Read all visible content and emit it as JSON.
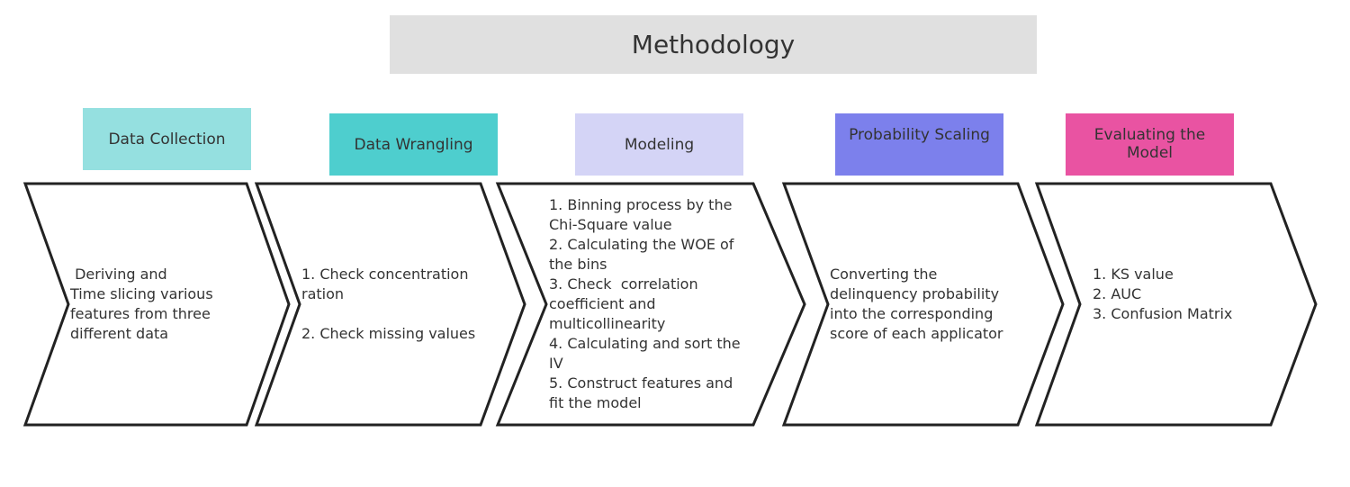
{
  "title": "Methodology",
  "stages": [
    {
      "label": "Data Collection",
      "color": "#95e0e0",
      "lines": [
        " Deriving and",
        "Time slicing various",
        "features from three",
        "different data"
      ]
    },
    {
      "label": "Data Wrangling",
      "color": "#4ecece",
      "lines": [
        "1. Check concentration",
        "ration",
        "",
        "2. Check missing values"
      ]
    },
    {
      "label": "Modeling",
      "color": "#d4d4f6",
      "lines": [
        "1. Binning process by the",
        "Chi-Square value",
        "2. Calculating the WOE of",
        "the bins",
        "3. Check  correlation",
        "coefficient and",
        "multicollinearity",
        "4. Calculating and sort the",
        "IV",
        "5. Construct features and",
        "fit the model"
      ]
    },
    {
      "label": "Probability Scaling",
      "color": "#7c80ec",
      "lines": [
        "Converting the",
        "delinquency probability",
        "into the corresponding",
        "score of each applicator"
      ]
    },
    {
      "label": "Evaluating the Model",
      "color": "#e953a2",
      "lines": [
        "1. KS value",
        "2. AUC",
        "3. Confusion Matrix"
      ]
    }
  ]
}
